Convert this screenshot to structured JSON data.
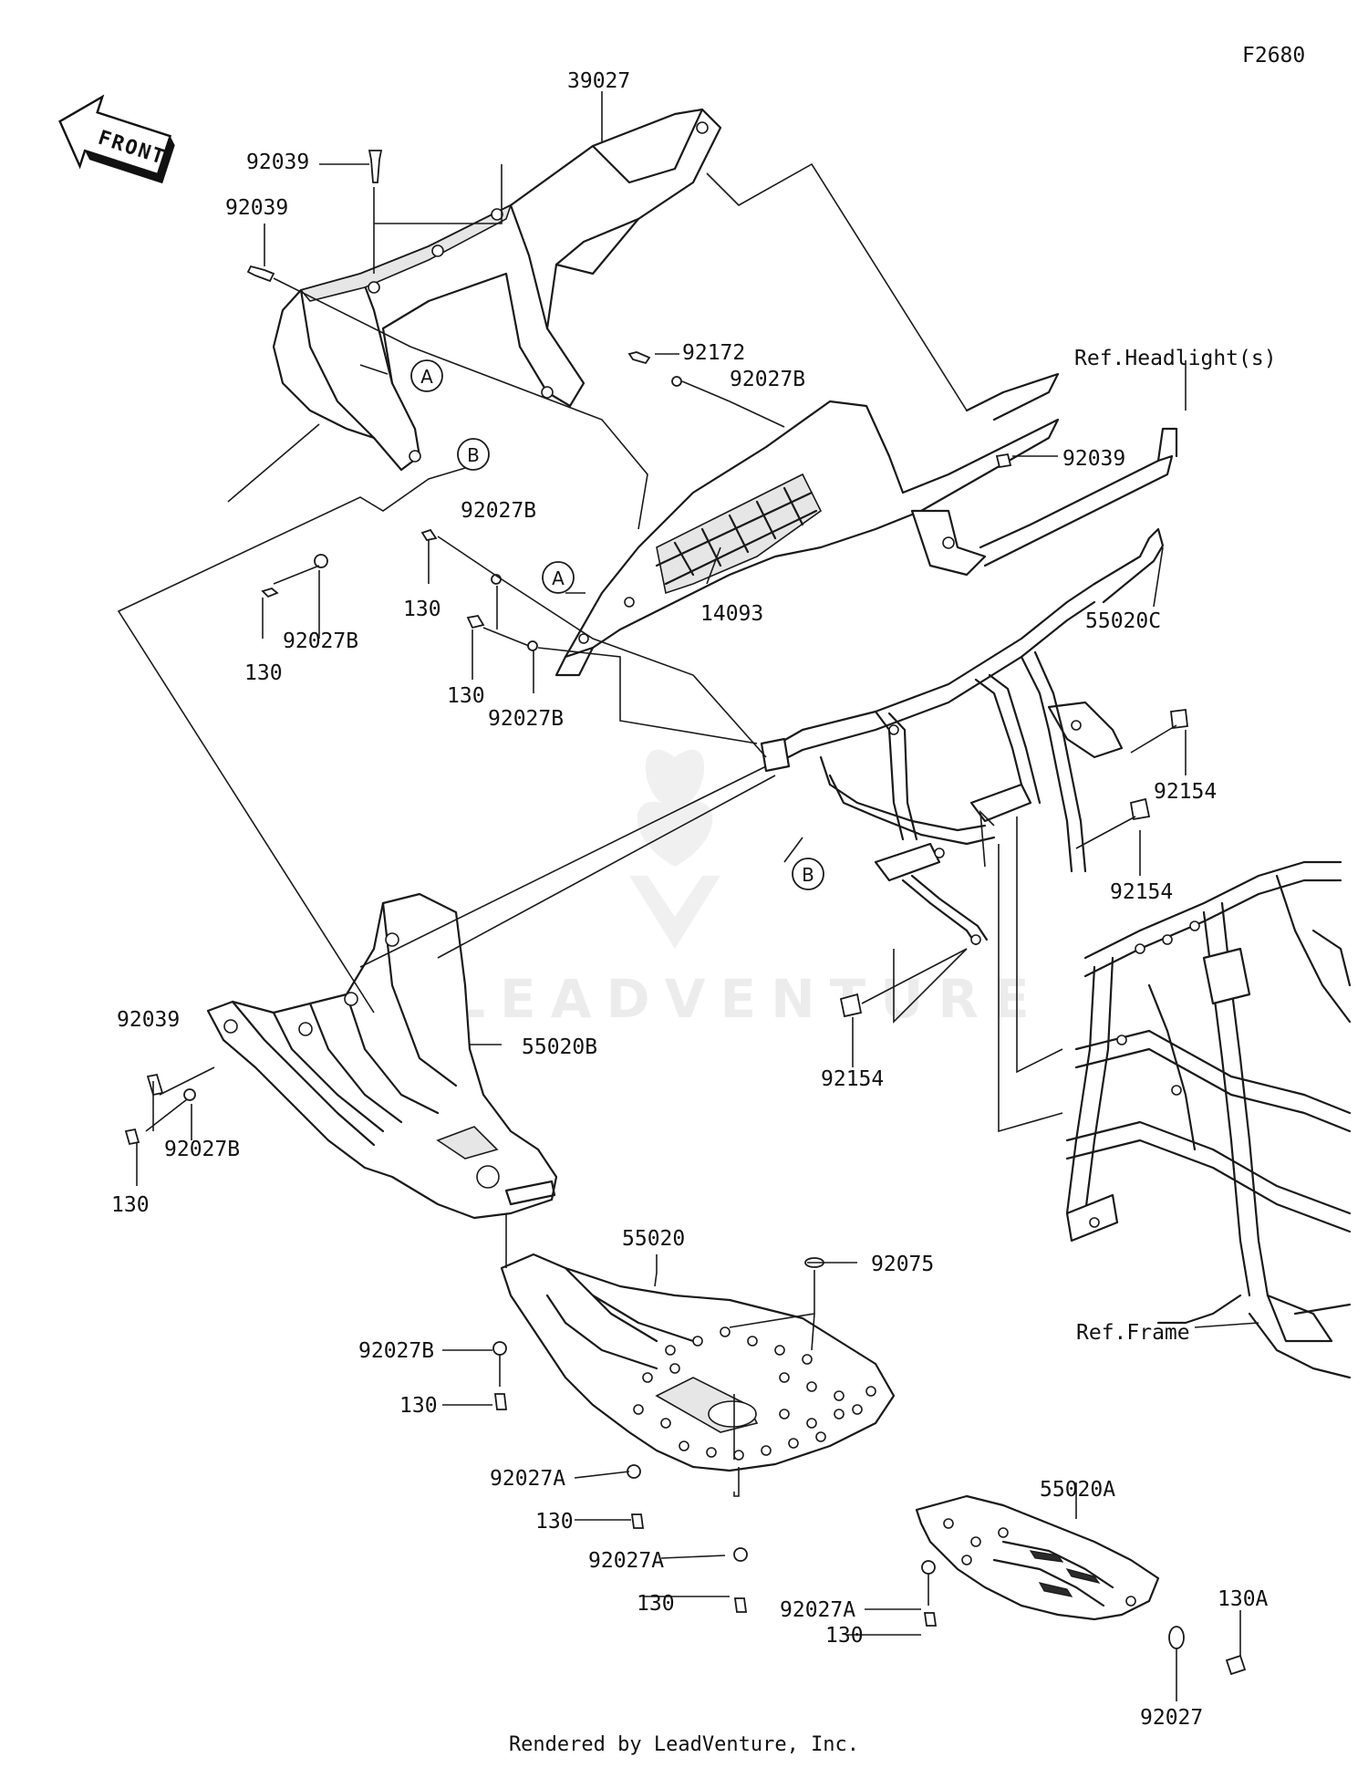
{
  "diagram_code": "F2680",
  "front_arrow_text": "FRONT",
  "watermark": "LEADVENTURE",
  "footer": "Rendered by LeadVenture, Inc.",
  "refs": {
    "headlight": "Ref.Headlight(s)",
    "frame": "Ref.Frame"
  },
  "callouts": {
    "A": "A",
    "B": "B"
  },
  "parts": {
    "p39027": "39027",
    "p14093": "14093",
    "p55020C": "55020C",
    "p55020B": "55020B",
    "p55020": "55020",
    "p55020A": "55020A",
    "p92039": "92039",
    "p92172": "92172",
    "p92027": "92027",
    "p92027A": "92027A",
    "p92027B": "92027B",
    "p92075": "92075",
    "p92154": "92154",
    "p130": "130",
    "p130A": "130A"
  }
}
